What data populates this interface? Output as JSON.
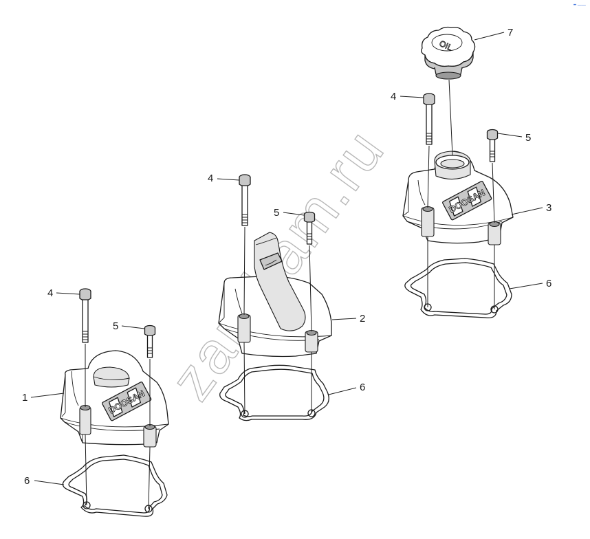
{
  "diagram": {
    "callouts": [
      "1",
      "2",
      "3",
      "4",
      "5",
      "6",
      "7"
    ],
    "cover_logo": "DOOSAN",
    "oil_cap_label": "OIL",
    "watermark": "zap-kam.ru",
    "corner_mark": "•• ——"
  }
}
